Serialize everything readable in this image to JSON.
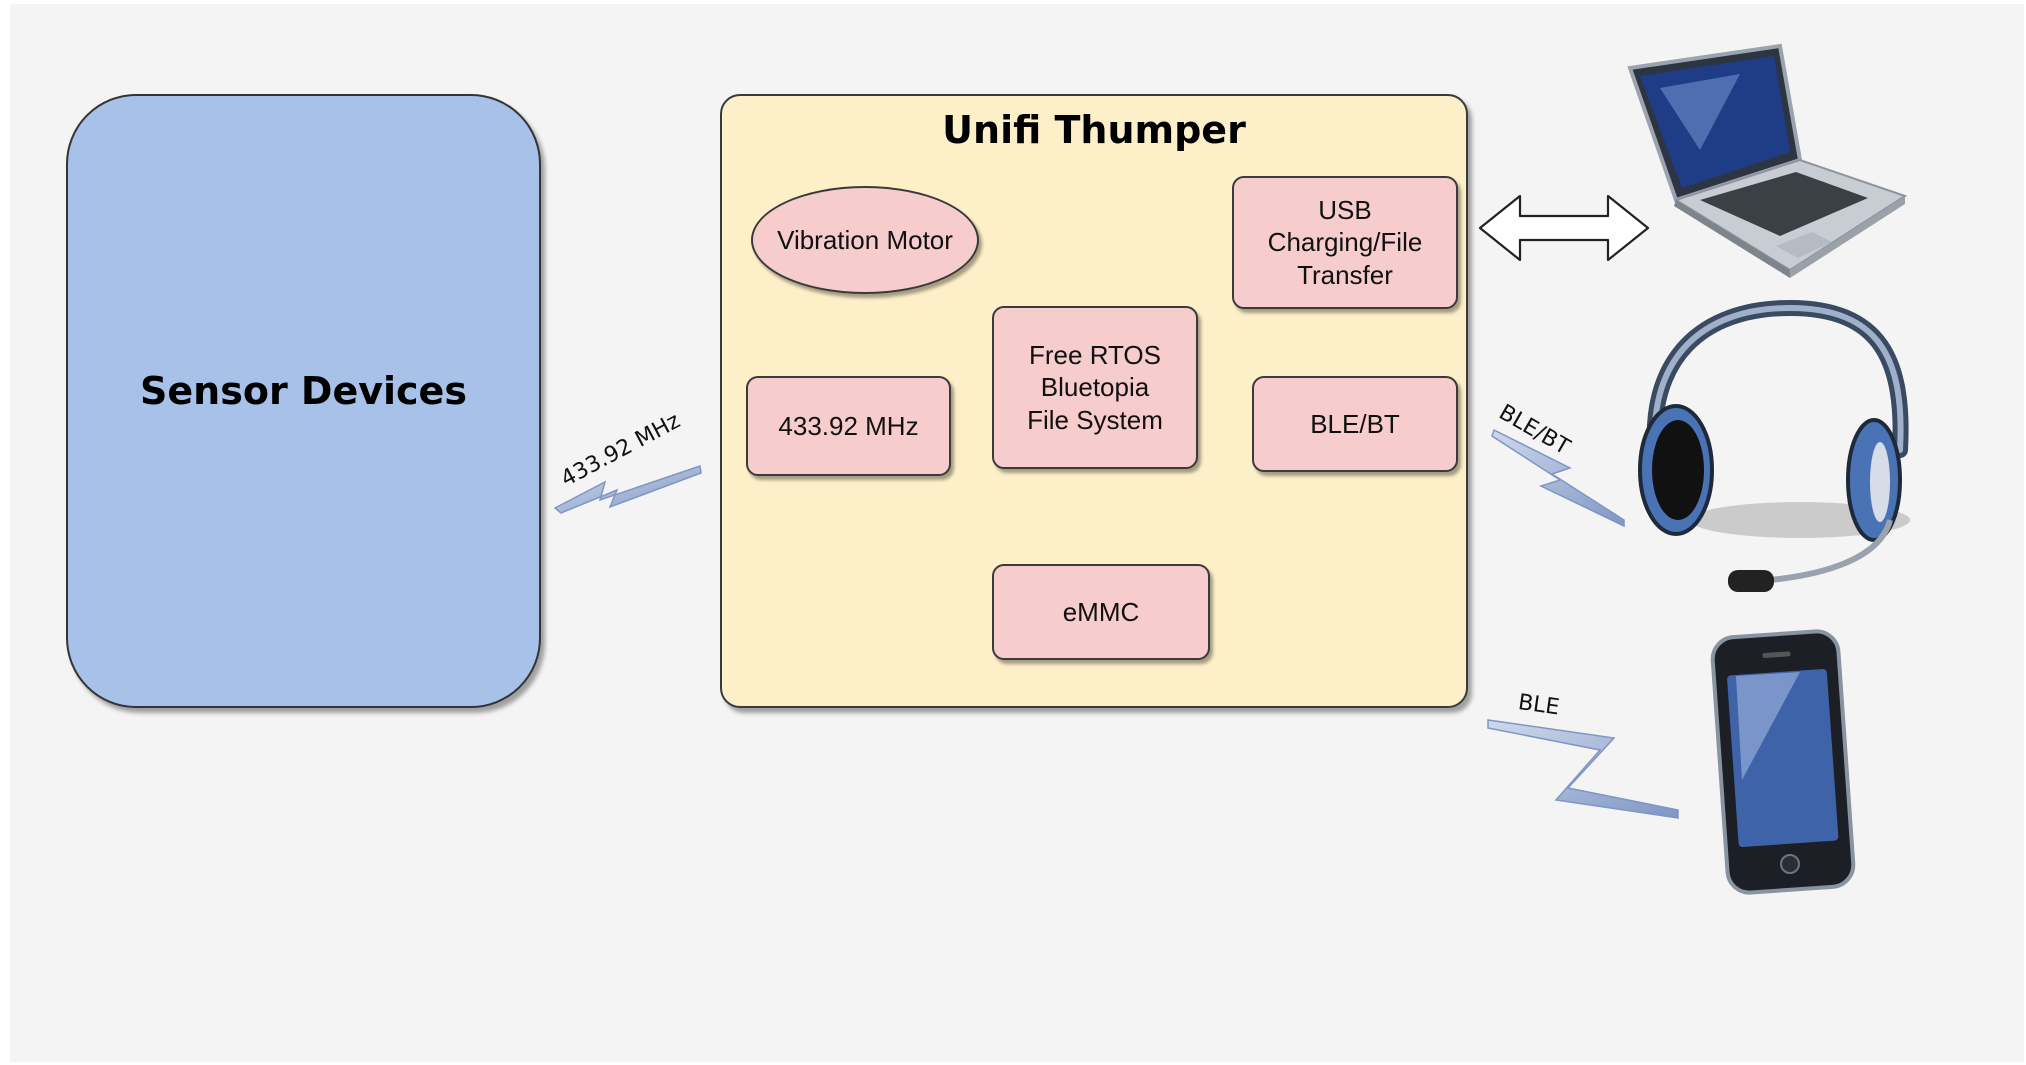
{
  "diagram": {
    "sensor": {
      "label": "Sensor Devices"
    },
    "thumper": {
      "title": "Unifi Thumper",
      "components": {
        "vibration": "Vibration Motor",
        "usb": [
          "USB",
          "Charging/File",
          "Transfer"
        ],
        "rtos": [
          "Free RTOS",
          "Bluetopia",
          "File System"
        ],
        "radio433": "433.92 MHz",
        "ble": "BLE/BT",
        "emmc": "eMMC"
      }
    },
    "links": {
      "sensor_link": "433.92 MHz",
      "headset_link": "BLE/BT",
      "phone_link": "BLE"
    },
    "devices": {
      "laptop": "laptop-icon",
      "headset": "headset-icon",
      "phone": "phone-icon"
    }
  },
  "colors": {
    "sensor_fill": "#a7c1e9",
    "thumper_fill": "#fdefc7",
    "component_fill": "#f7cccd",
    "lightning": "#9fb3d6",
    "background": "#f4f4f4"
  }
}
